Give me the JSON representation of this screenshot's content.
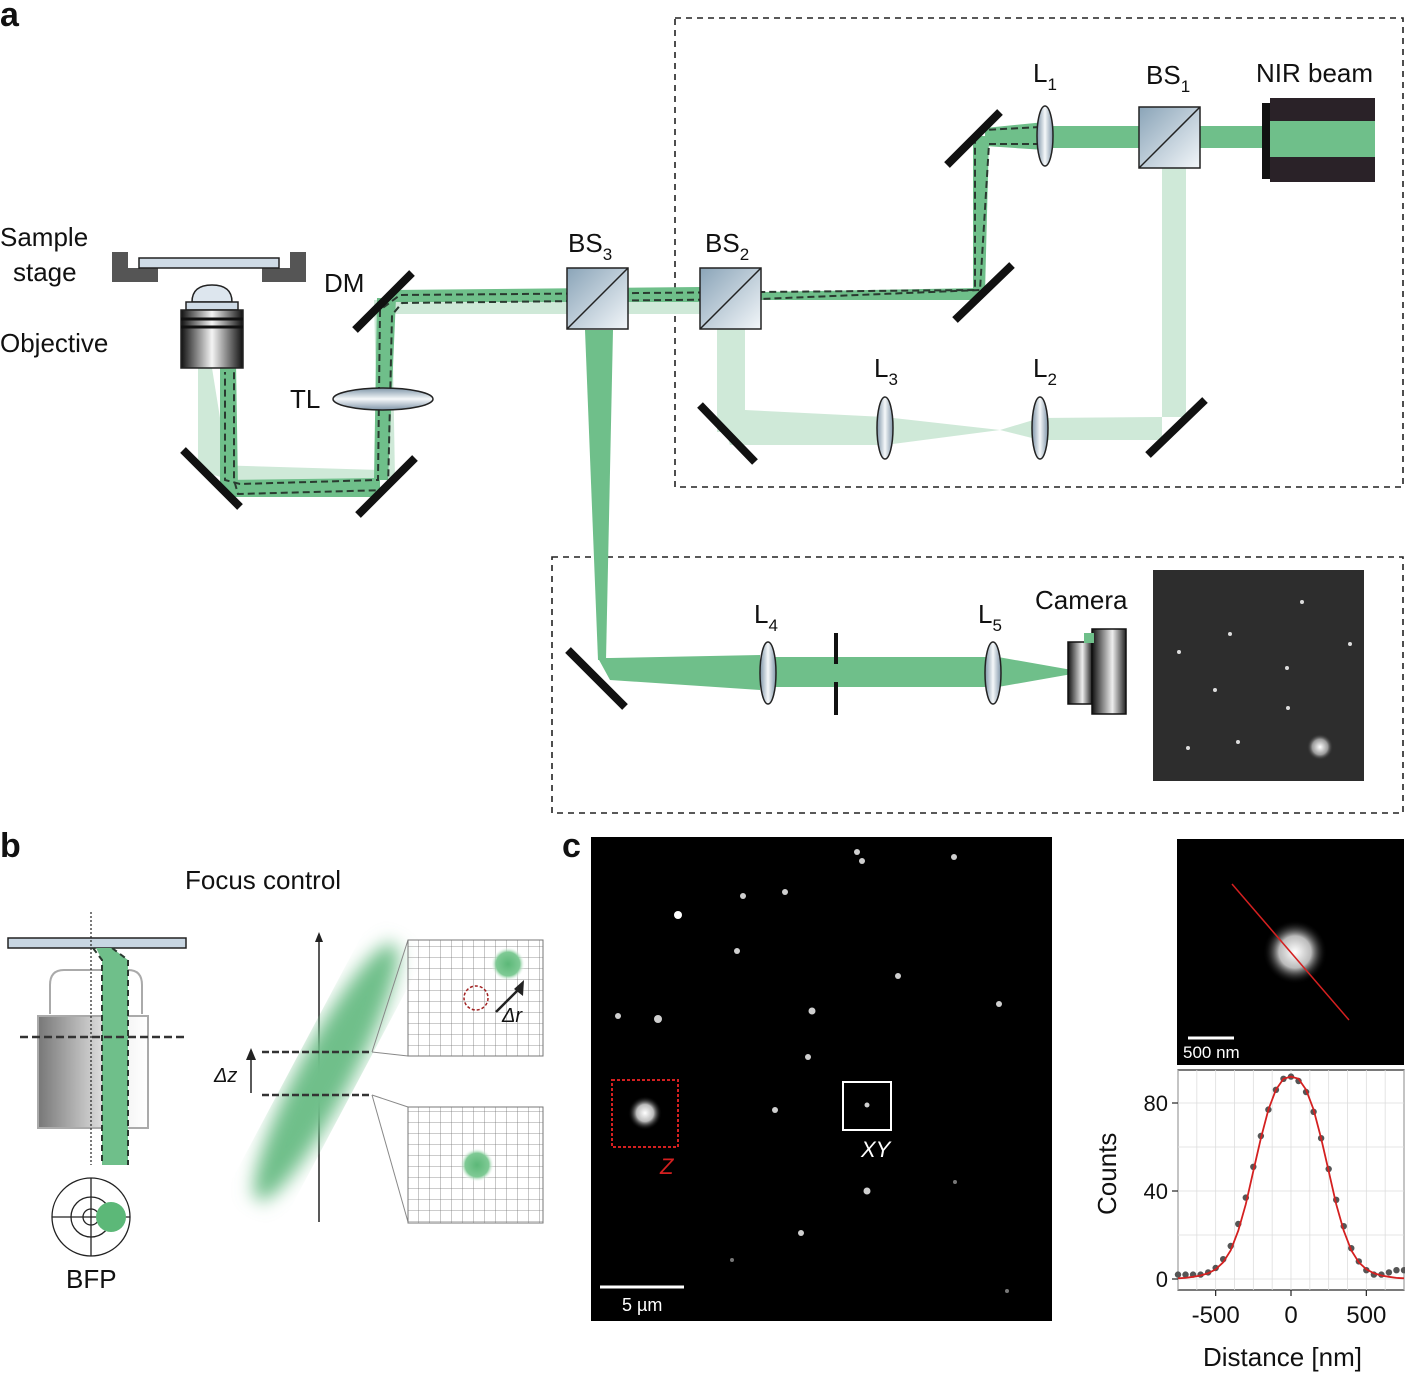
{
  "panels": {
    "a": "a",
    "b": "b",
    "c": "c"
  },
  "labels": {
    "sample1": "Sample",
    "sample2": "stage",
    "objective": "Objective",
    "dm": "DM",
    "tl": "TL",
    "bs3": "BS",
    "bs3_sub": "3",
    "bs2": "BS",
    "bs2_sub": "2",
    "bs1": "BS",
    "bs1_sub": "1",
    "l1": "L",
    "l1_sub": "1",
    "l2": "L",
    "l2_sub": "2",
    "l3": "L",
    "l3_sub": "3",
    "l4": "L",
    "l4_sub": "4",
    "l5": "L",
    "l5_sub": "5",
    "nir": "NIR beam",
    "camera": "Camera"
  },
  "panel_b": {
    "focus_control": "Focus control",
    "dz": "Δz",
    "dr": "Δr",
    "bfp": "BFP"
  },
  "panel_c": {
    "scale_main": "5 µm",
    "scale_zoom": "500 nm",
    "z_label": "Z",
    "xy_label": "XY"
  },
  "colors": {
    "beam_dark": "#6fbf8a",
    "beam_light": "#cfe9d8",
    "red": "#d42020"
  },
  "chart_data": {
    "type": "scatter",
    "xlabel": "Distance [nm]",
    "ylabel": "Counts",
    "xlim": [
      -750,
      750
    ],
    "ylim": [
      -5,
      95
    ],
    "xticks": [
      -500,
      0,
      500
    ],
    "yticks": [
      0,
      40,
      80
    ],
    "tick_labels_x": [
      "-500",
      "0",
      "500"
    ],
    "tick_labels_y": [
      "0",
      "40",
      "80"
    ],
    "grid": true,
    "series": [
      {
        "kind": "points",
        "x": [
          -750,
          -700,
          -650,
          -600,
          -550,
          -500,
          -450,
          -400,
          -350,
          -300,
          -250,
          -200,
          -150,
          -100,
          -50,
          0,
          50,
          100,
          150,
          200,
          250,
          300,
          350,
          400,
          450,
          500,
          550,
          600,
          650,
          700,
          750
        ],
        "y": [
          2,
          2,
          2,
          2,
          3,
          5,
          9,
          15,
          25,
          37,
          51,
          65,
          77,
          86,
          91,
          92,
          90,
          85,
          76,
          64,
          50,
          36,
          24,
          14,
          8,
          4,
          2,
          2,
          3,
          4,
          4
        ]
      },
      {
        "kind": "fit",
        "x": [
          -750,
          -700,
          -650,
          -600,
          -550,
          -500,
          -450,
          -400,
          -350,
          -300,
          -250,
          -200,
          -150,
          -100,
          -50,
          0,
          50,
          100,
          150,
          200,
          250,
          300,
          350,
          400,
          450,
          500,
          550,
          600,
          650,
          700,
          750
        ],
        "y": [
          0.3,
          0.5,
          1,
          1.6,
          2.6,
          4.4,
          7.6,
          13,
          22,
          34,
          49,
          64,
          77,
          86,
          91,
          92,
          91,
          86,
          77,
          64,
          49,
          34,
          22,
          13,
          7.6,
          4.4,
          2.6,
          1.6,
          1,
          0.5,
          0.3
        ]
      }
    ]
  }
}
